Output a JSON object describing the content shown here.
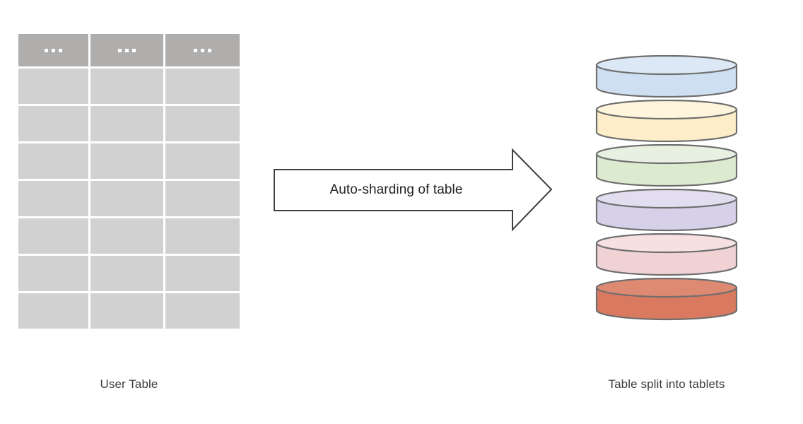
{
  "diagram": {
    "title_text": "Auto-sharding of table",
    "left_caption": "User Table",
    "right_caption": "Table split into tablets"
  },
  "user_table": {
    "caption": "User Table",
    "header": {
      "cells": [
        {
          "label": "...",
          "dots": 3
        },
        {
          "label": "...",
          "dots": 3
        },
        {
          "label": "...",
          "dots": 3
        }
      ],
      "background_color": "#b0aead",
      "dot_color": "#ffffff"
    },
    "body": {
      "row_count": 7,
      "column_count": 3,
      "cell_color": "#d2d1d1",
      "gridline_color": "#ffffff",
      "rows": [
        {
          "cells": [
            "",
            "",
            ""
          ]
        },
        {
          "cells": [
            "",
            "",
            ""
          ]
        },
        {
          "cells": [
            "",
            "",
            ""
          ]
        },
        {
          "cells": [
            "",
            "",
            ""
          ]
        },
        {
          "cells": [
            "",
            "",
            ""
          ]
        },
        {
          "cells": [
            "",
            "",
            ""
          ]
        },
        {
          "cells": [
            "",
            "",
            ""
          ]
        }
      ]
    }
  },
  "arrow": {
    "label": "Auto-sharding of table",
    "direction": "right",
    "stroke_color": "#3f3f3f",
    "fill_color": "#ffffff"
  },
  "tablets": {
    "caption": "Table split into tablets",
    "count": 6,
    "stroke_color": "#6e6e6e",
    "items": [
      {
        "name": "tablet-1",
        "fill": "#cddff0",
        "top_fill": "#dce8f5"
      },
      {
        "name": "tablet-2",
        "fill": "#fdeec9",
        "top_fill": "#fef5dc"
      },
      {
        "name": "tablet-3",
        "fill": "#dcead0",
        "top_fill": "#e8f1e1"
      },
      {
        "name": "tablet-4",
        "fill": "#d6d0e8",
        "top_fill": "#e2def0"
      },
      {
        "name": "tablet-5",
        "fill": "#f0d2d4",
        "top_fill": "#f6e0e2"
      },
      {
        "name": "tablet-6",
        "fill": "#d9795f",
        "top_fill": "#de8a72"
      }
    ]
  }
}
